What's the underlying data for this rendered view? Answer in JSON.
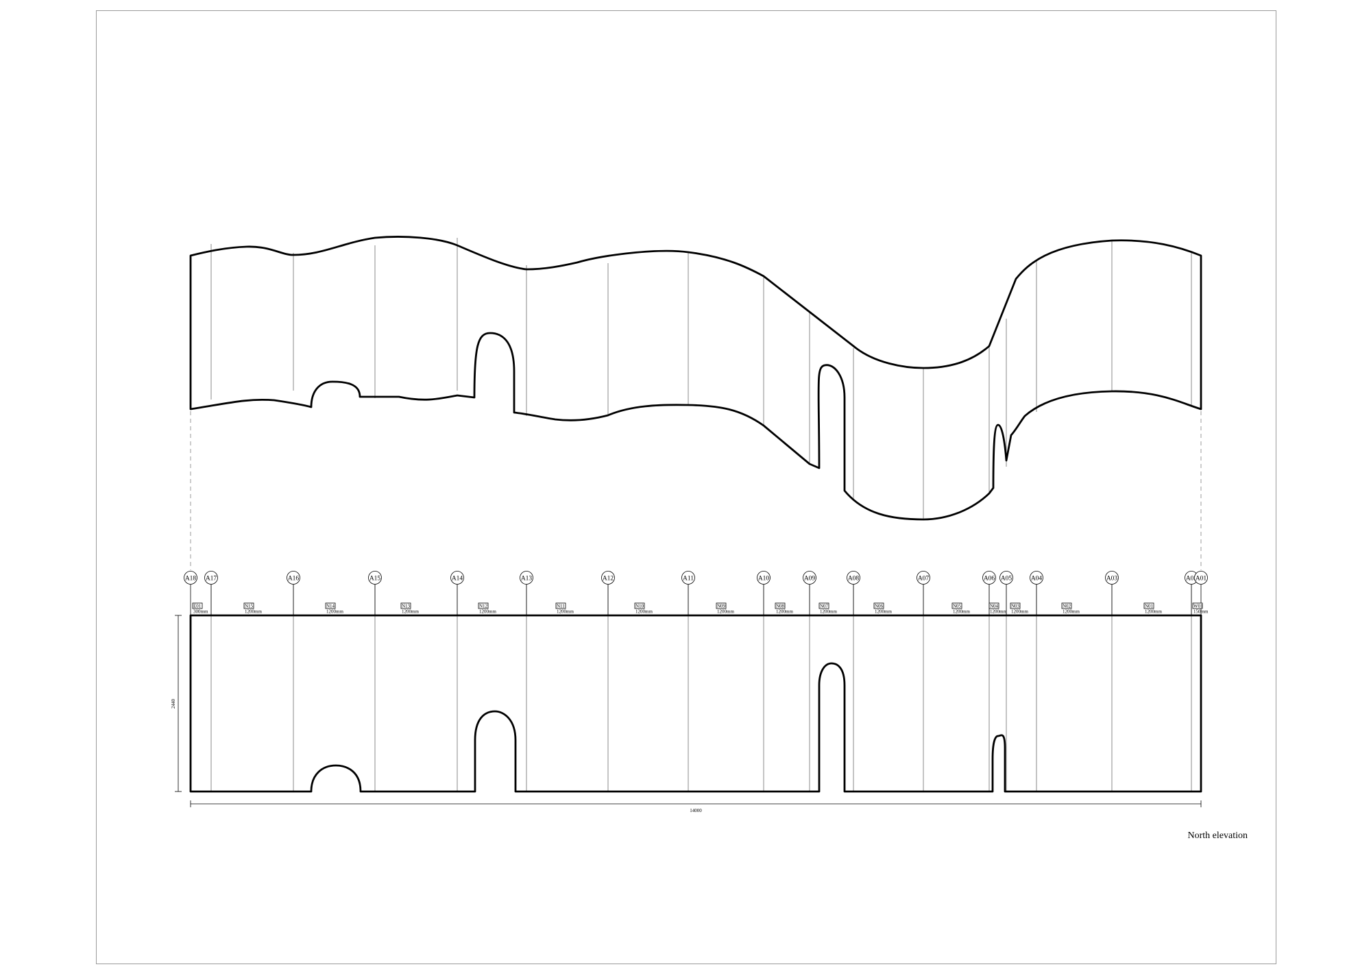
{
  "drawing": {
    "title": "North elevation",
    "axes": [
      "A18",
      "A17",
      "A16",
      "A15",
      "A14",
      "A13",
      "A12",
      "A11",
      "A10",
      "A09",
      "A08",
      "A07",
      "A06",
      "A05",
      "A04",
      "A03",
      "A02",
      "A01"
    ],
    "panels": [
      {
        "id": "E01",
        "width": "300mm"
      },
      {
        "id": "N15",
        "width": "1200mm"
      },
      {
        "id": "N14",
        "width": "1200mm"
      },
      {
        "id": "N13",
        "width": "1200mm"
      },
      {
        "id": "N12",
        "width": "1200mm"
      },
      {
        "id": "N11",
        "width": "1200mm"
      },
      {
        "id": "N10",
        "width": "1200mm"
      },
      {
        "id": "N09",
        "width": "1200mm"
      },
      {
        "id": "N08",
        "width": "1200mm"
      },
      {
        "id": "N07",
        "width": "1200mm"
      },
      {
        "id": "N06",
        "width": "1200mm"
      },
      {
        "id": "N05",
        "width": "1200mm"
      },
      {
        "id": "N04",
        "width": "1200mm"
      },
      {
        "id": "N03",
        "width": "1200mm"
      },
      {
        "id": "N02",
        "width": "1200mm"
      },
      {
        "id": "N01",
        "width": "1200mm"
      },
      {
        "id": "W01",
        "width": "150mm"
      }
    ],
    "dimensions": {
      "total_length": "14000",
      "height": "2440"
    }
  }
}
